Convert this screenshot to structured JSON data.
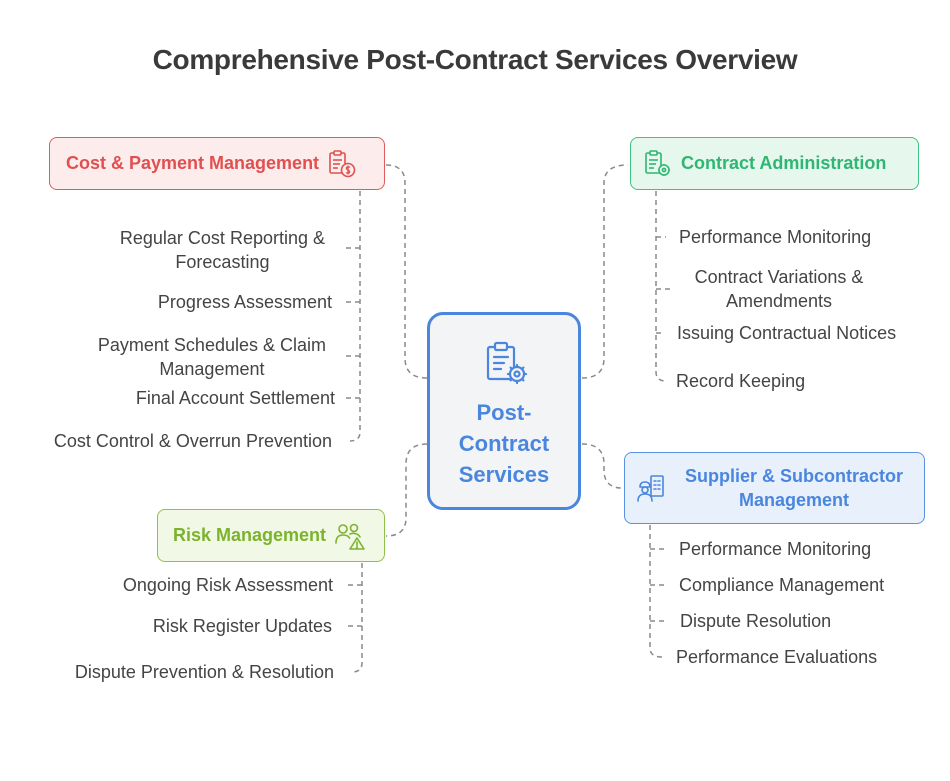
{
  "title": "Comprehensive Post-Contract Services Overview",
  "center": {
    "label_line1": "Post-",
    "label_line2": "Contract",
    "label_line3": "Services",
    "icon": "clipboard-gear-icon"
  },
  "branches": {
    "cost": {
      "label": "Cost & Payment Management",
      "icon": "clipboard-dollar-icon",
      "color": "#e05050",
      "items": [
        {
          "line1": "Regular Cost Reporting &",
          "line2": "Forecasting"
        },
        {
          "line1": "Progress Assessment"
        },
        {
          "line1": "Payment Schedules & Claim",
          "line2": "Management"
        },
        {
          "line1": "Final Account Settlement"
        },
        {
          "line1": "Cost Control & Overrun Prevention"
        }
      ]
    },
    "contract": {
      "label": "Contract Administration",
      "icon": "clipboard-gear-icon",
      "color": "#2fb673",
      "items": [
        {
          "line1": "Performance Monitoring"
        },
        {
          "line1": "Contract Variations &",
          "line2": "Amendments"
        },
        {
          "line1": "Issuing Contractual Notices"
        },
        {
          "line1": "Record Keeping"
        }
      ]
    },
    "risk": {
      "label": "Risk Management",
      "icon": "people-warning-icon",
      "color": "#7cb32c",
      "items": [
        {
          "line1": "Ongoing Risk Assessment"
        },
        {
          "line1": "Risk Register Updates"
        },
        {
          "line1": "Dispute Prevention & Resolution"
        }
      ]
    },
    "supplier": {
      "label_line1": "Supplier & Subcontractor",
      "label_line2": "Management",
      "icon": "worker-building-icon",
      "color": "#4a86de",
      "items": [
        {
          "line1": "Performance Monitoring"
        },
        {
          "line1": "Compliance Management"
        },
        {
          "line1": "Dispute Resolution"
        },
        {
          "line1": "Performance Evaluations"
        }
      ]
    }
  }
}
